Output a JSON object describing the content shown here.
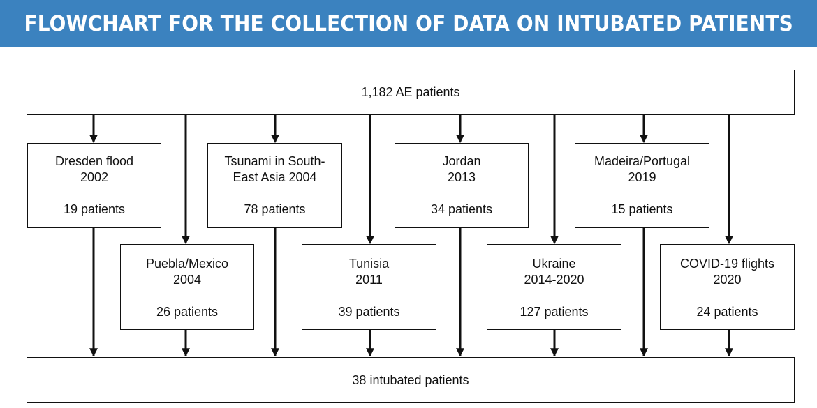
{
  "title": "FLOWCHART FOR THE COLLECTION OF DATA ON INTUBATED PATIENTS",
  "source": "1,182 AE patients",
  "target": "38 intubated patients",
  "events": [
    {
      "name": "Dresden flood\n2002",
      "count": "19 patients"
    },
    {
      "name": "Puebla/Mexico\n2004",
      "count": "26 patients"
    },
    {
      "name": "Tsunami  in South-\nEast Asia 2004",
      "count": "78 patients"
    },
    {
      "name": "Tunisia\n2011",
      "count": "39 patients"
    },
    {
      "name": "Jordan\n2013",
      "count": "34 patients"
    },
    {
      "name": "Ukraine\n2014-2020",
      "count": "127 patients"
    },
    {
      "name": "Madeira/Portugal\n2019",
      "count": "15 patients"
    },
    {
      "name": "COVID-19 flights\n2020",
      "count": "24 patients"
    }
  ],
  "colors": {
    "banner": "#3b82bf",
    "line": "#111111"
  }
}
